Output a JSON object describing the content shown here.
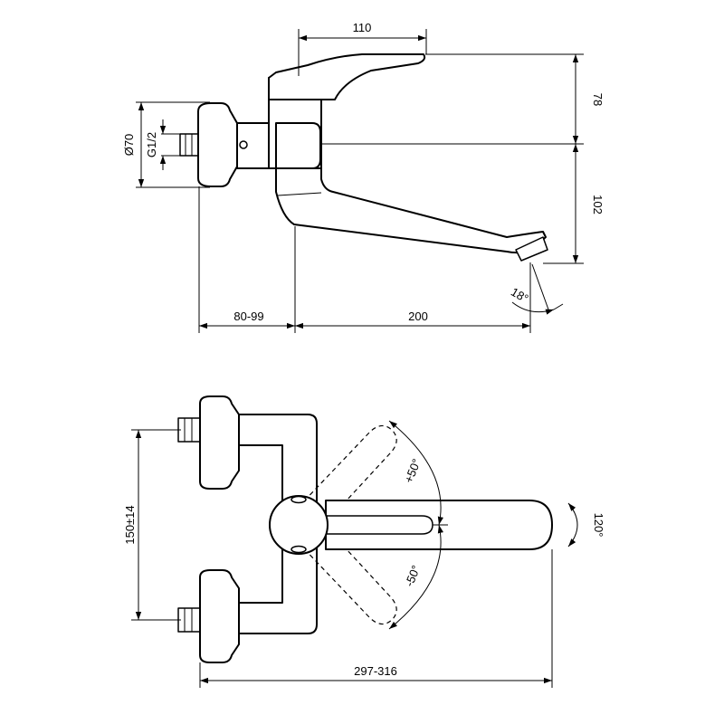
{
  "side_view": {
    "dim_top": "110",
    "dim_right_upper": "78",
    "dim_right_lower": "102",
    "dim_diameter": "Ø70",
    "dim_thread": "G1/2",
    "dim_bottom_left": "80-99",
    "dim_bottom_right": "200",
    "dim_angle": "18°"
  },
  "front_view": {
    "dim_height": "150±14",
    "dim_width": "297-316",
    "angle_plus": "+50°",
    "angle_minus": "-50°",
    "angle_rotation": "120°"
  }
}
